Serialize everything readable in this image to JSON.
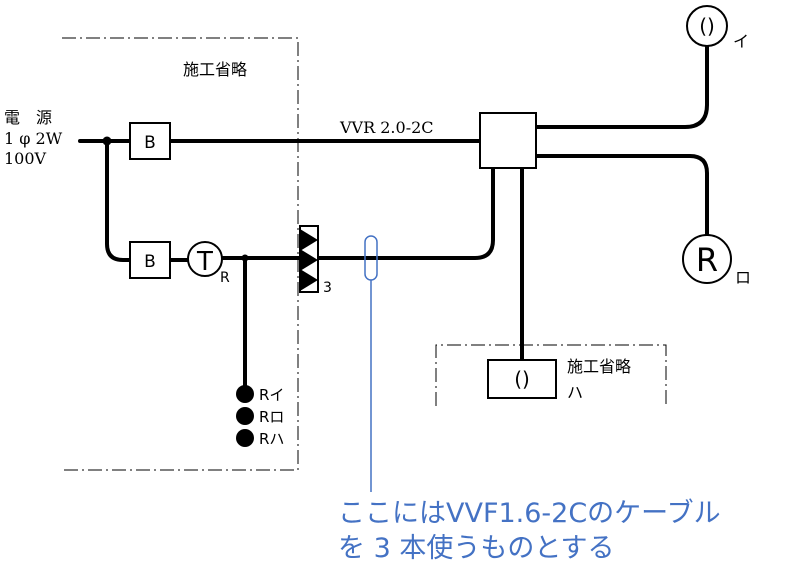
{
  "areas": {
    "omit_main": "施工省略",
    "omit_sub": "施工省略"
  },
  "source": {
    "line1": "電　源",
    "line2": "1 φ 2W",
    "line3": "100V"
  },
  "cable_label": "VVR 2.0-2C",
  "breakers": {
    "upper": "B",
    "lower": "B"
  },
  "timer": {
    "symbol": "T",
    "subscript": "R"
  },
  "switch_count": "3",
  "switches": [
    {
      "label": "Rイ"
    },
    {
      "label": "Rロ"
    },
    {
      "label": "Rハ"
    }
  ],
  "lamps": {
    "i": {
      "symbol": "()",
      "tag": "イ"
    },
    "ro": {
      "symbol": "R",
      "tag": "ロ"
    },
    "ha": {
      "symbol": "()",
      "tag": "ハ"
    }
  },
  "annotation": {
    "line1": "ここにはVVF1.6-2Cのケーブル",
    "line2": "を 3 本使うものとする"
  },
  "colors": {
    "wire": "#000000",
    "annotation": "#4472c4"
  }
}
